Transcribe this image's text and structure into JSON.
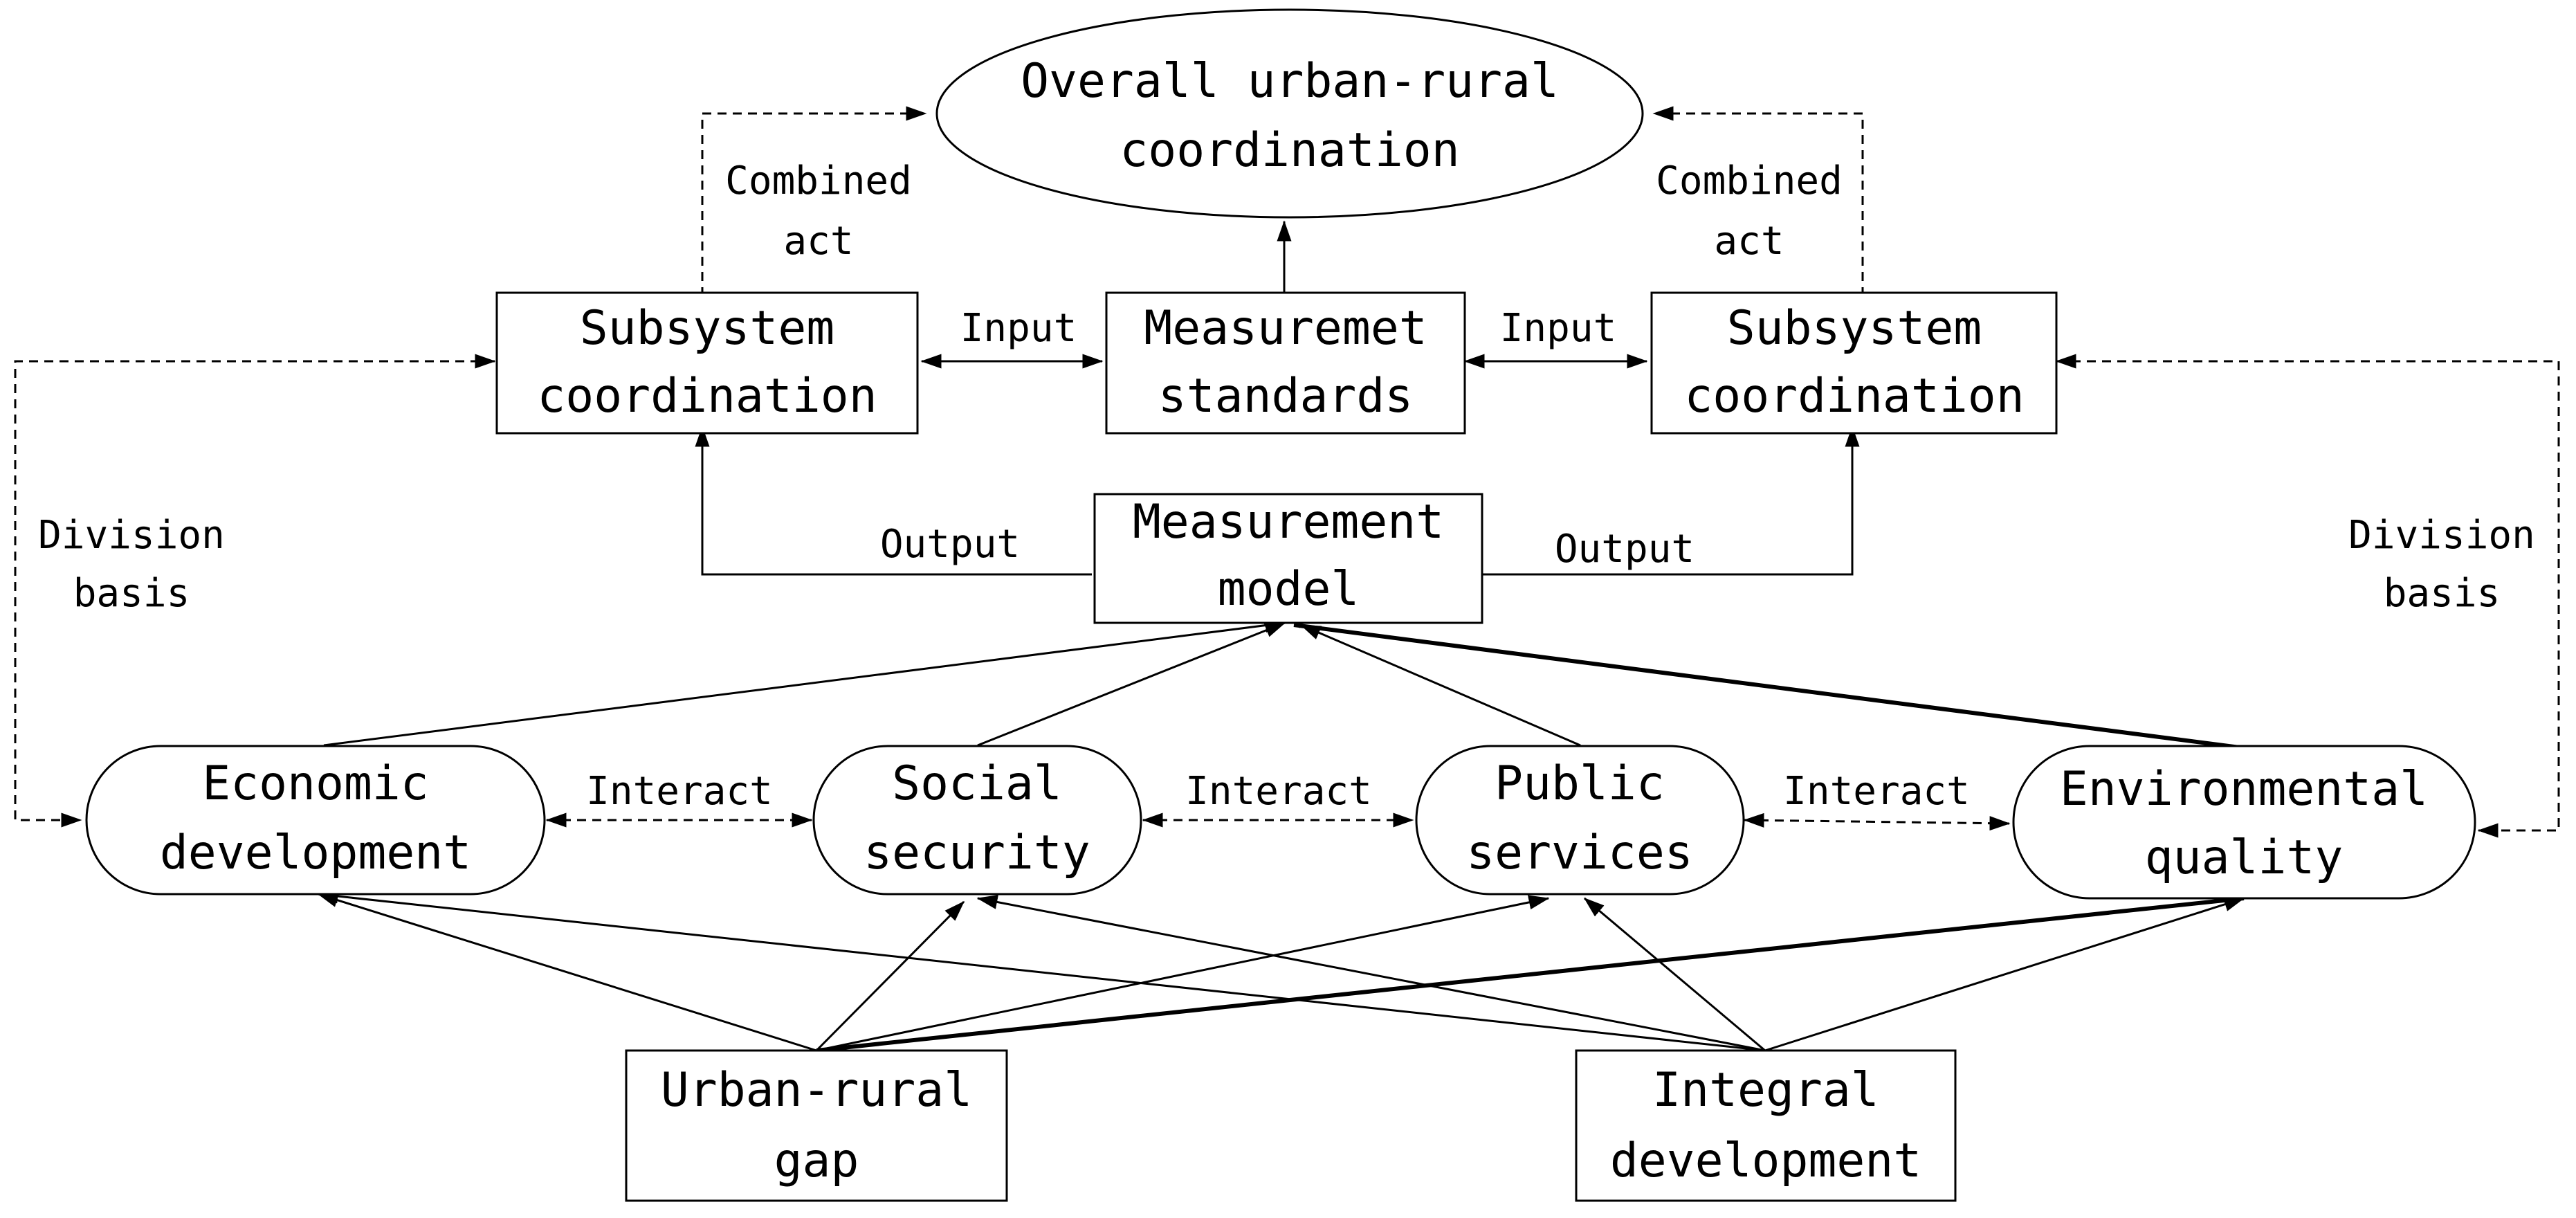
{
  "diagram": {
    "nodes": {
      "overall": [
        "Overall urban-rural",
        "coordination"
      ],
      "subsystem_left": [
        "Subsystem",
        "coordination"
      ],
      "standards": [
        "Measuremet",
        "standards"
      ],
      "subsystem_right": [
        "Subsystem",
        "coordination"
      ],
      "model": [
        "Measurement",
        "model"
      ],
      "economic": [
        "Economic",
        "development"
      ],
      "social": [
        "Social",
        "security"
      ],
      "public": [
        "Public",
        "services"
      ],
      "environmental": [
        "Environmental",
        "quality"
      ],
      "gap": [
        "Urban-rural",
        "gap"
      ],
      "integral": [
        "Integral",
        "development"
      ]
    },
    "edge_labels": {
      "combined_act_left": [
        "Combined",
        "act"
      ],
      "combined_act_right": [
        "Combined",
        "act"
      ],
      "input_left": [
        "Input"
      ],
      "input_right": [
        "Input"
      ],
      "output_left": [
        "Output"
      ],
      "output_right": [
        "Output"
      ],
      "division_basis_left": [
        "Division",
        "basis"
      ],
      "division_basis_right": [
        "Division",
        "basis"
      ],
      "interact_1": [
        "Interact"
      ],
      "interact_2": [
        "Interact"
      ],
      "interact_3": [
        "Interact"
      ]
    }
  }
}
